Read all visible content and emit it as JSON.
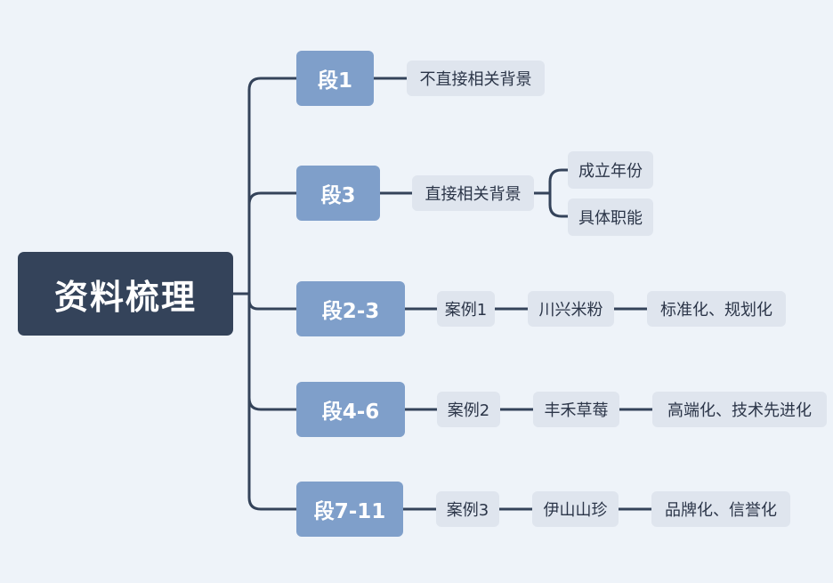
{
  "mindmap": {
    "root": "资料梳理",
    "branches": [
      {
        "segment": "段1",
        "children": [
          "不直接相关背景"
        ]
      },
      {
        "segment": "段3",
        "children": [
          "直接相关背景"
        ],
        "sub_children": [
          "成立年份",
          "具体职能"
        ]
      },
      {
        "segment": "段2-3",
        "chain": [
          "案例1",
          "川兴米粉",
          "标准化、规划化"
        ]
      },
      {
        "segment": "段4-6",
        "chain": [
          "案例2",
          "丰禾草莓",
          "高端化、技术先进化"
        ]
      },
      {
        "segment": "段7-11",
        "chain": [
          "案例3",
          "伊山山珍",
          "品牌化、信誉化"
        ]
      }
    ]
  },
  "colors": {
    "background": "#eef3f9",
    "root_fill": "#34435a",
    "segment_fill": "#7f9fca",
    "leaf_fill": "#dfe5ee",
    "connector": "#34435a"
  }
}
